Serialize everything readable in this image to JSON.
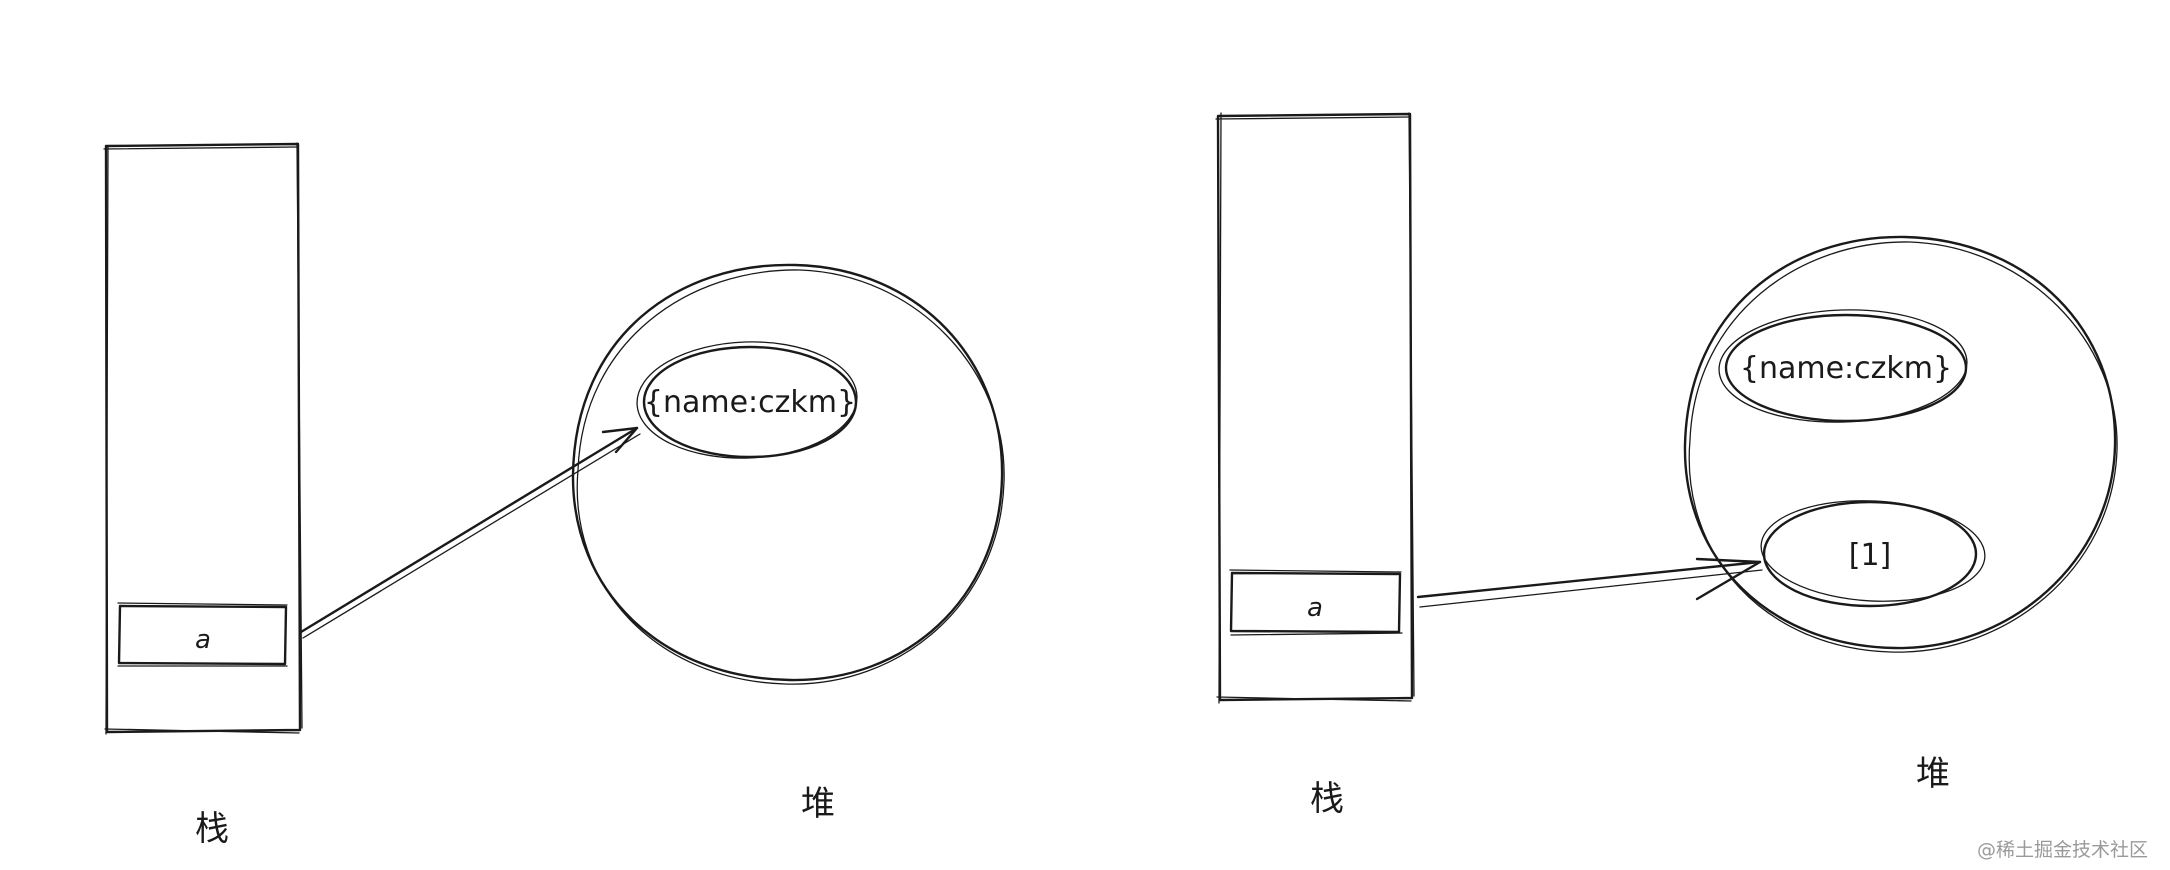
{
  "diagram": {
    "left": {
      "stack_caption": "栈",
      "heap_caption": "堆",
      "stack_var": "a",
      "heap_items": [
        "{name:czkm}"
      ]
    },
    "right": {
      "stack_caption": "栈",
      "heap_caption": "堆",
      "stack_var": "a",
      "heap_items": [
        "{name:czkm}",
        "[1]"
      ]
    }
  },
  "watermark": "@稀土掘金技术社区",
  "colors": {
    "ink": "#1a1a1a",
    "background": "#ffffff",
    "watermark": "#9a9a9a"
  }
}
